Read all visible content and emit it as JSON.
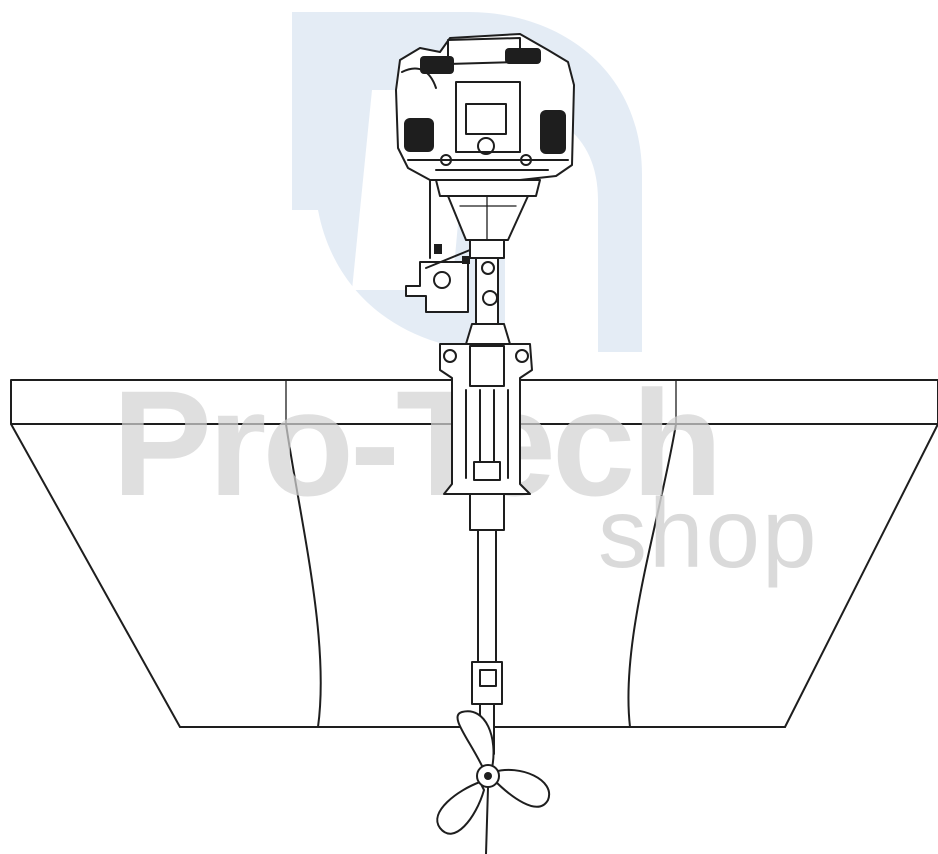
{
  "watermark": {
    "brand": "Pro-Tech",
    "sub": "shop",
    "logo_icon": "pro-tech-logo-mark",
    "logo_color": "#e4ecf5",
    "text_color": "#d3d3d3"
  },
  "drawing": {
    "subject": "outboard-motor-on-boat-transom",
    "line_color": "#1e1e1e",
    "background": "#ffffff"
  }
}
